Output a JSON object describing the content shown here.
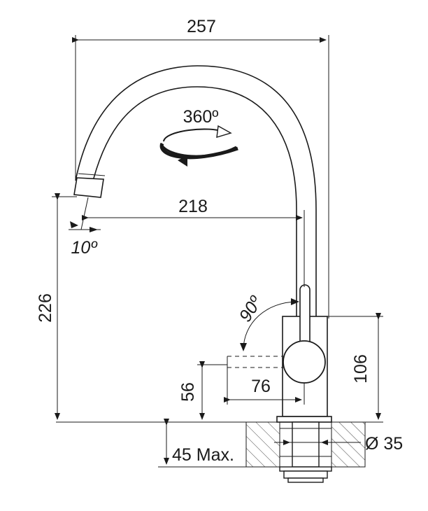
{
  "dimensions": {
    "overall_width": "257",
    "spout_reach": "218",
    "spout_height": "226",
    "body_height": "106",
    "lever_height": "56",
    "lever_reach": "76",
    "worktop_thickness": "45 Max.",
    "hole_diameter": "Ø 35"
  },
  "angles": {
    "swivel": "360º",
    "lever": "90º",
    "spout_tilt": "10º"
  },
  "colors": {
    "line": "#1a1a1a",
    "hatch": "#444444"
  }
}
